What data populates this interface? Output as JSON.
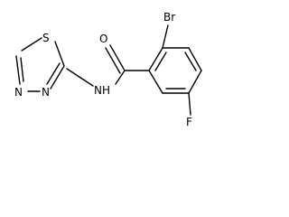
{
  "molecule": {
    "atoms": {
      "s": "S",
      "nh": "NH",
      "o": "O",
      "br": "Br",
      "f": "F",
      "n1": "N",
      "n2": "N"
    }
  }
}
